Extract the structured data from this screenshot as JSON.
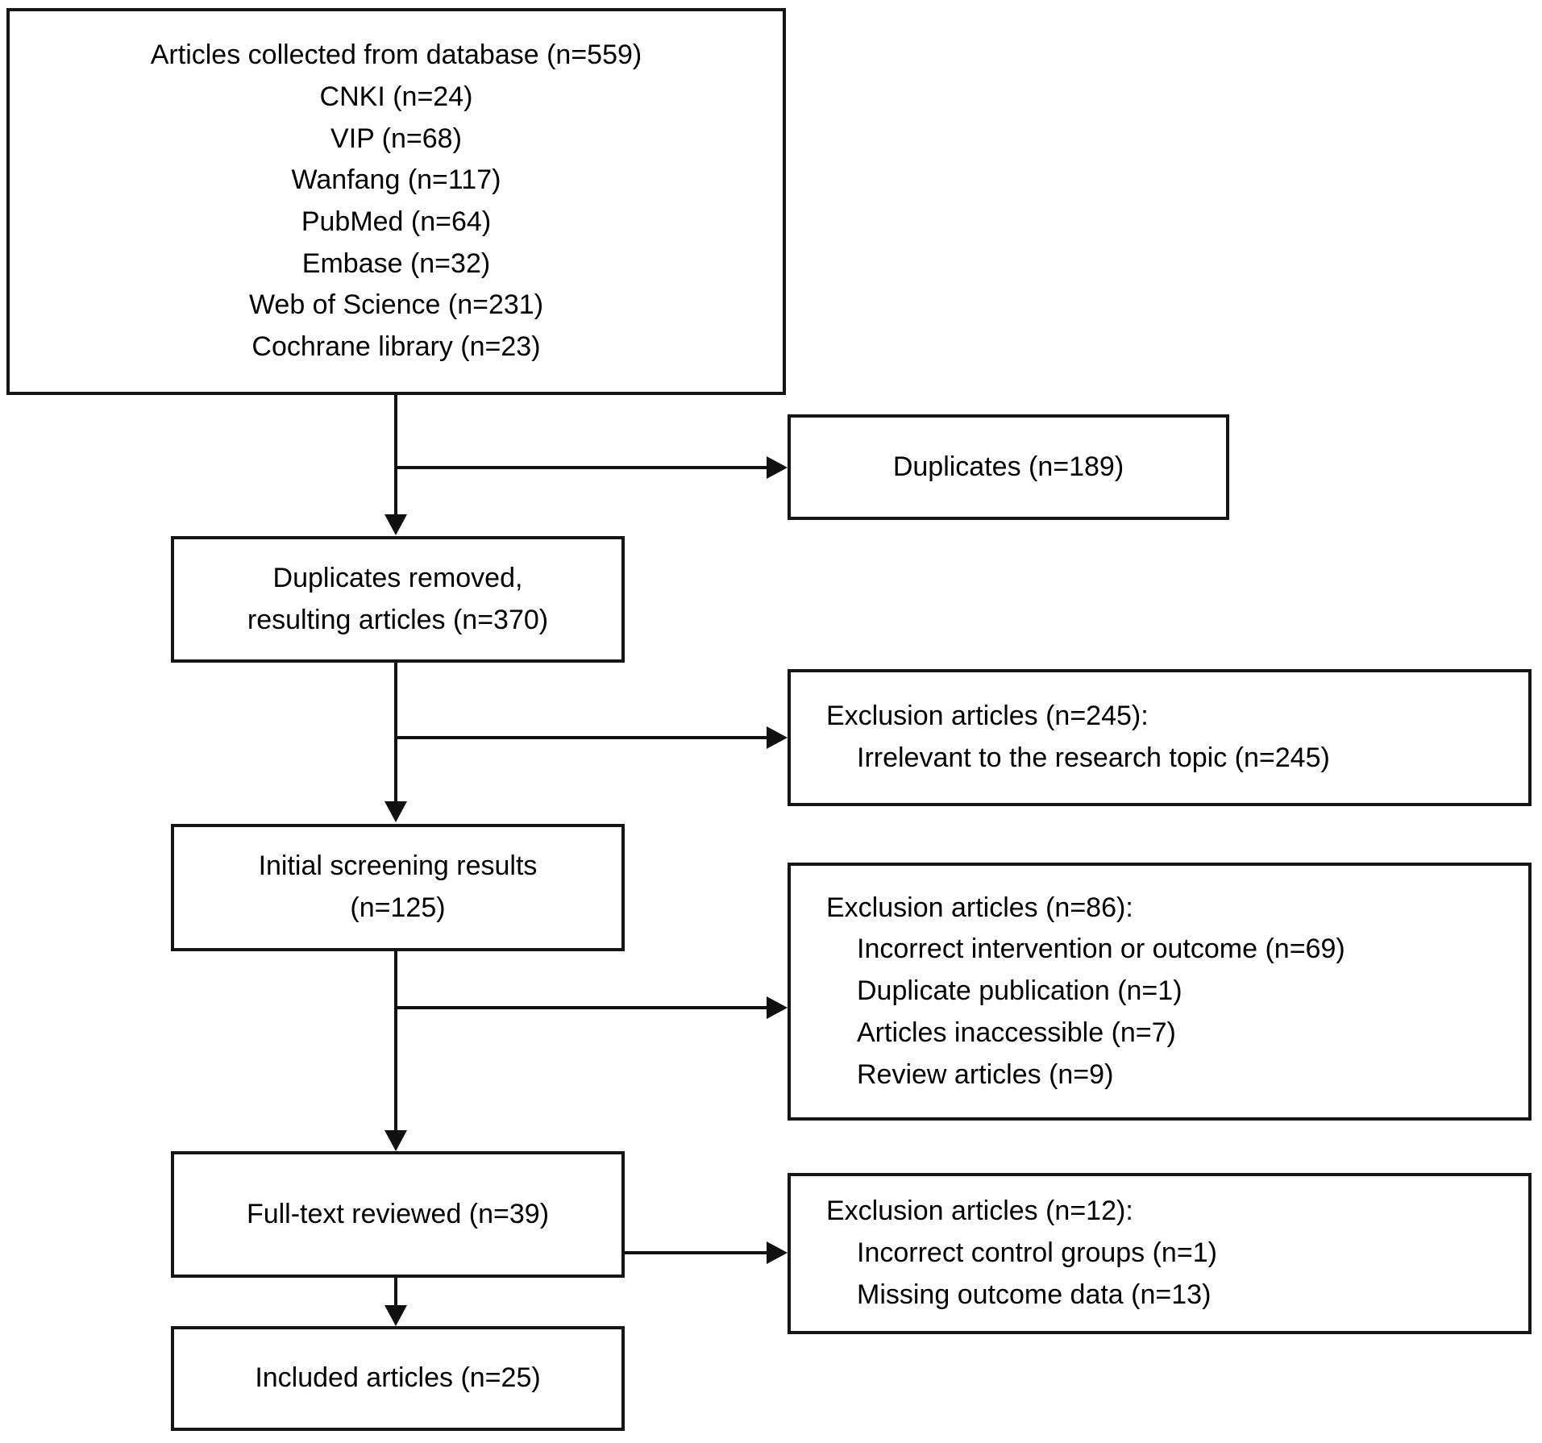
{
  "diagram": {
    "type": "prisma-flow-diagram",
    "title": "",
    "nodes": [
      {
        "id": "identification",
        "name": "articles-collected-box",
        "lines": [
          "Articles collected from database (n=559)",
          "CNKI (n=24)",
          "VIP (n=68)",
          "Wanfang (n=117)",
          "PubMed (n=64)",
          "Embase (n=32)",
          "Web of Science (n=231)",
          "Cochrane library (n=23)"
        ],
        "align": "center"
      },
      {
        "id": "duplicates",
        "name": "duplicates-box",
        "lines": [
          "Duplicates (n=189)"
        ],
        "align": "center"
      },
      {
        "id": "duplicates-removed",
        "name": "duplicates-removed-box",
        "lines": [
          "Duplicates removed,",
          "resulting articles (n=370)"
        ],
        "align": "center"
      },
      {
        "id": "exclusion-245",
        "name": "exclusion-245-box",
        "lines": [
          "Exclusion articles (n=245):",
          "Irrelevant to the research topic (n=245)"
        ],
        "indented": [
          false,
          true
        ],
        "align": "left"
      },
      {
        "id": "initial-screening",
        "name": "initial-screening-box",
        "lines": [
          "Initial screening results",
          "(n=125)"
        ],
        "align": "center"
      },
      {
        "id": "exclusion-86",
        "name": "exclusion-86-box",
        "lines": [
          "Exclusion articles (n=86):",
          "Incorrect intervention or outcome (n=69)",
          "Duplicate publication (n=1)",
          "Articles inaccessible (n=7)",
          "Review articles (n=9)"
        ],
        "indented": [
          false,
          true,
          true,
          true,
          true
        ],
        "align": "left"
      },
      {
        "id": "full-text",
        "name": "full-text-reviewed-box",
        "lines": [
          "Full-text reviewed (n=39)"
        ],
        "align": "center"
      },
      {
        "id": "exclusion-12",
        "name": "exclusion-12-box",
        "lines": [
          "Exclusion articles (n=12):",
          "Incorrect control groups (n=1)",
          "Missing outcome data (n=13)"
        ],
        "indented": [
          false,
          true,
          true
        ],
        "align": "left"
      },
      {
        "id": "included",
        "name": "included-articles-box",
        "lines": [
          "Included articles (n=25)"
        ],
        "align": "center"
      }
    ],
    "counts": {
      "collected_total": 559,
      "cnki": 24,
      "vip": 68,
      "wanfang": 117,
      "pubmed": 64,
      "embase": 32,
      "web_of_science": 231,
      "cochrane_library": 23,
      "duplicates": 189,
      "after_duplicates_removed": 370,
      "excluded_irrelevant": 245,
      "initial_screening": 125,
      "excluded_screening_total": 86,
      "excluded_incorrect_intervention_or_outcome": 69,
      "excluded_duplicate_publication": 1,
      "excluded_articles_inaccessible": 7,
      "excluded_review_articles": 9,
      "full_text_reviewed": 39,
      "excluded_fulltext_total": 12,
      "excluded_incorrect_control_groups": 1,
      "excluded_missing_outcome_data": 13,
      "included": 25
    },
    "colors": {
      "border": "#151515",
      "text": "#000000",
      "background": "#ffffff",
      "connector": "#101010"
    },
    "box_texts": {
      "identification_l1": "Articles collected from database (n=559)",
      "identification_l2": "CNKI (n=24)",
      "identification_l3": "VIP (n=68)",
      "identification_l4": "Wanfang (n=117)",
      "identification_l5": "PubMed (n=64)",
      "identification_l6": "Embase (n=32)",
      "identification_l7": "Web of Science (n=231)",
      "identification_l8": "Cochrane library (n=23)",
      "duplicates_l1": "Duplicates (n=189)",
      "dup_removed_l1": "Duplicates removed,",
      "dup_removed_l2": "resulting articles (n=370)",
      "excl245_l1": "Exclusion articles (n=245):",
      "excl245_l2": "Irrelevant to the research topic (n=245)",
      "screening_l1": "Initial screening results",
      "screening_l2": "(n=125)",
      "excl86_l1": "Exclusion articles (n=86):",
      "excl86_l2": "Incorrect intervention or outcome (n=69)",
      "excl86_l3": "Duplicate publication (n=1)",
      "excl86_l4": "Articles inaccessible (n=7)",
      "excl86_l5": "Review articles (n=9)",
      "fulltext_l1": "Full-text reviewed (n=39)",
      "excl12_l1": "Exclusion articles (n=12):",
      "excl12_l2": "Incorrect control groups (n=1)",
      "excl12_l3": "Missing outcome data (n=13)",
      "included_l1": "Included articles (n=25)"
    }
  }
}
